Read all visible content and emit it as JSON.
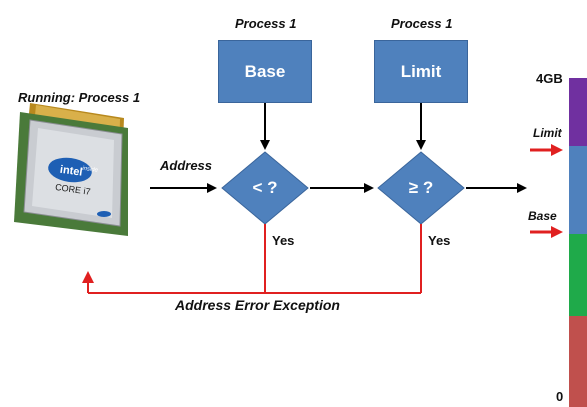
{
  "labels": {
    "running": "Running: Process 1",
    "address": "Address",
    "process_base": "Process 1",
    "process_limit": "Process 1",
    "error": "Address Error Exception",
    "mem_top": "4GB",
    "mem_bottom": "0",
    "limit_ptr": "Limit",
    "base_ptr": "Base"
  },
  "boxes": {
    "base": "Base",
    "limit": "Limit"
  },
  "decisions": {
    "less_than": "< ?",
    "greater_eq": "≥ ?"
  },
  "yes_labels": {
    "first": "Yes",
    "second": "Yes"
  },
  "chip": {
    "brand": "intel",
    "inside": "inside",
    "model": "CORE i7"
  },
  "colors": {
    "box_fill": "#4f81bd",
    "arrow": "#000000",
    "error_line": "#e02020",
    "mem_purple": "#7030a0",
    "mem_blue": "#4f81bd",
    "mem_green": "#1faa4a",
    "mem_red": "#c0504d"
  }
}
